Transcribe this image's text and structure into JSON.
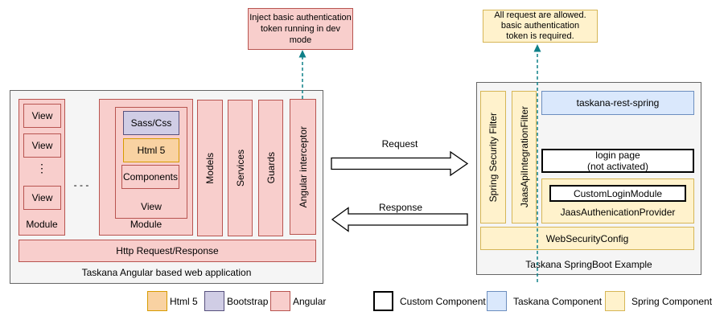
{
  "callouts": {
    "dev_token": {
      "lines": [
        "Inject basic authentication",
        "token running in dev",
        "mode"
      ]
    },
    "auth_required": {
      "lines": [
        "All request are allowed.",
        "basic authentication",
        "token is required."
      ]
    }
  },
  "angular_app": {
    "title": "Taskana Angular based web application",
    "module1_label": "Module",
    "module1_views": [
      "View",
      "View",
      "View"
    ],
    "vertical_dots": "⋮",
    "between_modules_dots": "- - -",
    "module2_label": "Module",
    "module2_view_label": "View",
    "sass_css": "Sass/Css",
    "html5": "Html 5",
    "components": "Components",
    "bar_models": "Models",
    "bar_services": "Services",
    "bar_guards": "Guards",
    "bar_interceptor": "Angular interceptor",
    "http_bar": "Http Request/Response"
  },
  "flows": {
    "request": "Request",
    "response": "Response"
  },
  "spring_app": {
    "title": "Taskana SpringBoot Example",
    "bar_security_filter": "Spring Security Filter",
    "bar_jaas_filter": "JaasApiIntegrationFilter",
    "taskana_rest": "taskana-rest-spring",
    "login_page_lines": [
      "login page",
      "(not activated)"
    ],
    "custom_login_module": "CustomLoginModule",
    "jaas_provider": "JaasAuthenicationProvider",
    "web_security_config": "WebSecurityConfig"
  },
  "legend": {
    "items": [
      {
        "label": "Html 5",
        "style": "background:#f9d2a2;border-color:#d79b00"
      },
      {
        "label": "Bootstrap",
        "style": "background:#d0cde5;border-color:#57517d"
      },
      {
        "label": "Angular",
        "style": "background:#f8cecc;border-color:#b85450"
      },
      {
        "label": "Custom Component",
        "style": "background:#ffffff;border-color:#000000;border-width:2px"
      },
      {
        "label": "Taskana Component",
        "style": "background:#dae8fc;border-color:#6c8ebf"
      },
      {
        "label": "Spring Component",
        "style": "background:#fff2cc;border-color:#d6b656"
      }
    ]
  },
  "colors": {
    "angular_fill": "#f8cecc",
    "angular_border": "#b85450",
    "html5_fill": "#f9d2a2",
    "html5_border": "#d79b00",
    "bootstrap_fill": "#d0cde5",
    "bootstrap_border": "#57517d",
    "taskana_fill": "#dae8fc",
    "taskana_border": "#6c8ebf",
    "spring_fill": "#fff2cc",
    "spring_border": "#d6b656",
    "container_fill": "#f5f5f5",
    "container_border": "#666666",
    "dashed_arrow": "#0e8088"
  }
}
